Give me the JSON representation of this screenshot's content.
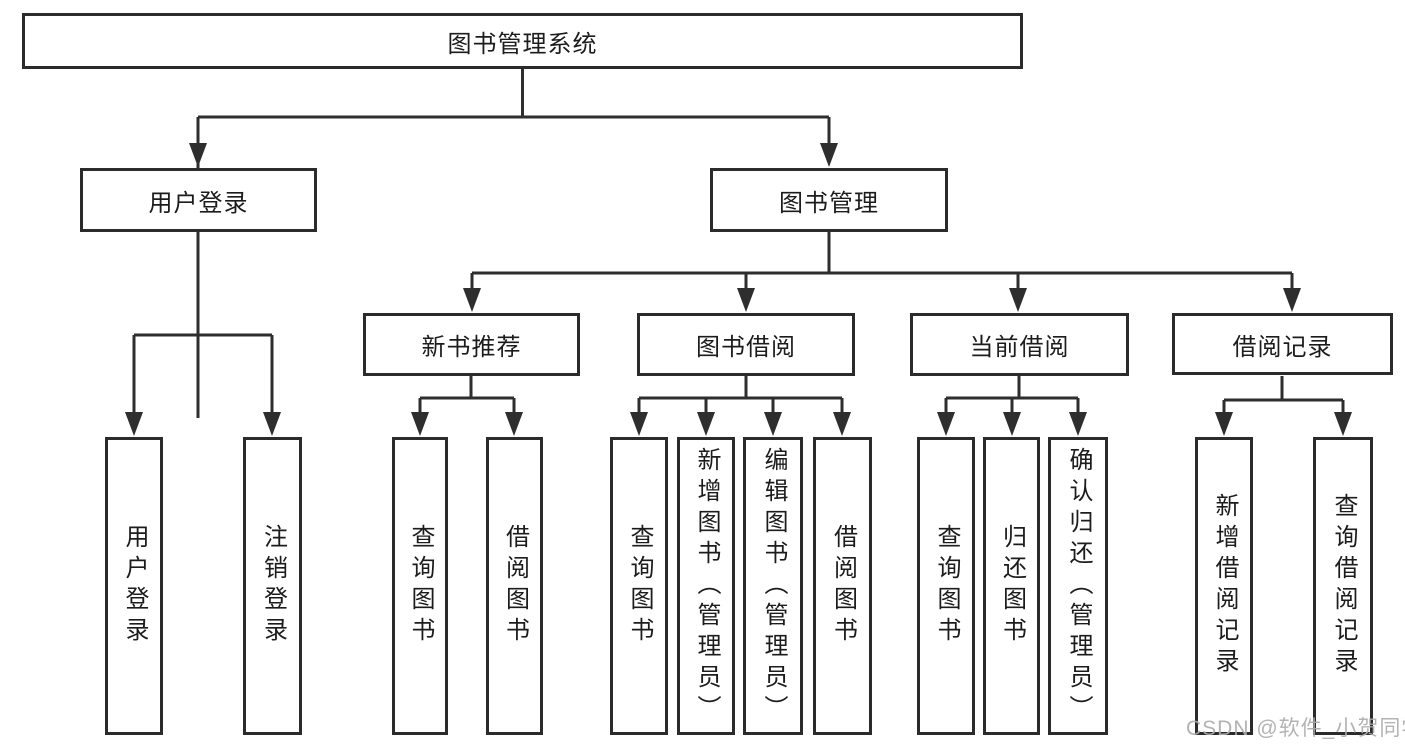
{
  "diagram_title": "图书管理系统",
  "nodes": {
    "root": "图书管理系统",
    "l2": [
      "用户登录",
      "图书管理"
    ],
    "l3": [
      "新书推荐",
      "图书借阅",
      "当前借阅",
      "借阅记录"
    ],
    "leaves": [
      "用户登录",
      "注销登录",
      "查询图书",
      "借阅图书",
      "查询图书",
      "新增图书（管理员）",
      "编辑图书（管理员）",
      "借阅图书",
      "查询图书",
      "归还图书",
      "确认归还（管理员）",
      "新增借阅记录",
      "查询借阅记录"
    ]
  },
  "structure": {
    "图书管理系统": {
      "用户登录": [
        "用户登录",
        "注销登录"
      ],
      "图书管理": {
        "新书推荐": [
          "查询图书",
          "借阅图书"
        ],
        "图书借阅": [
          "查询图书",
          "新增图书（管理员）",
          "编辑图书（管理员）",
          "借阅图书"
        ],
        "当前借阅": [
          "查询图书",
          "归还图书",
          "确认归还（管理员）"
        ],
        "借阅记录": [
          "新增借阅记录",
          "查询借阅记录"
        ]
      }
    }
  },
  "watermark": "CSDN @软件_小贺同学",
  "colors": {
    "line": "#2e2e2e",
    "box_border": "#2b2b2b",
    "text": "#1c1c1c",
    "watermark": "#acacac",
    "background": "#ffffff"
  }
}
